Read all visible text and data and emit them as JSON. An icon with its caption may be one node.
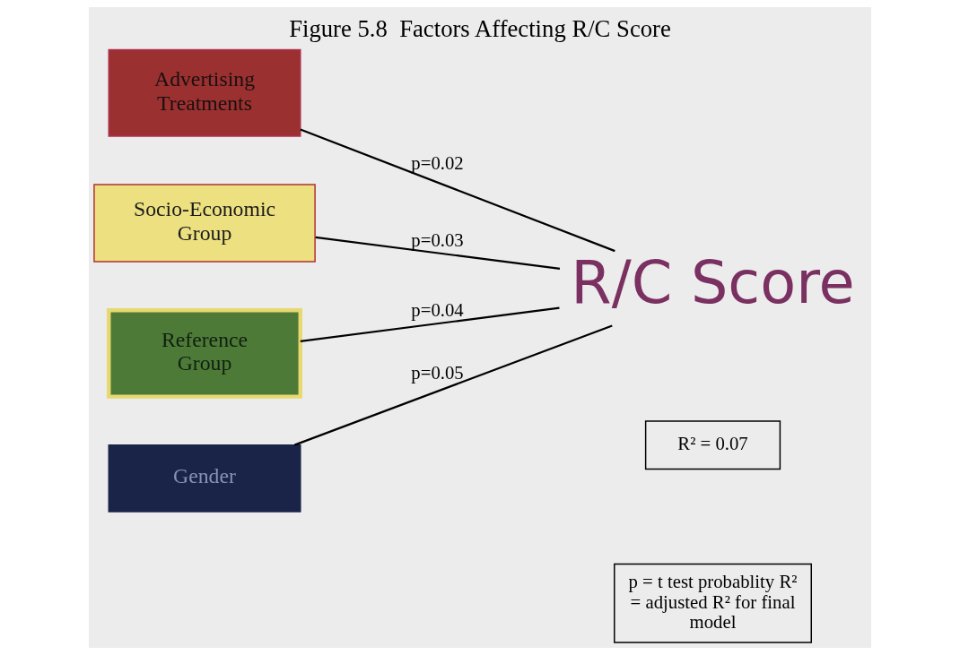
{
  "diagram": {
    "title": "Figure 5.8  Factors Affecting R/C Score",
    "nodes": [
      {
        "text": [
          "Advertising Treatments"
        ]
      },
      {
        "text": [
          "Socio-Economic Group"
        ]
      },
      {
        "text": [
          "Reference Group"
        ]
      },
      {
        "text": [
          "Gender"
        ]
      },
      {
        "text": [
          "R/C Score"
        ]
      },
      {
        "text": [
          "R² = 0.07"
        ]
      },
      {
        "text": [
          "p = t test probablity R² = adjusted R² for final model"
        ]
      }
    ],
    "edges": [
      {
        "from": 0,
        "to": 4,
        "arrow": "none",
        "label": "p=0.02"
      },
      {
        "from": 1,
        "to": 4,
        "arrow": "none",
        "label": "p=0.03"
      },
      {
        "from": 2,
        "to": 4,
        "arrow": "none",
        "label": "p=0.04"
      },
      {
        "from": 3,
        "to": 4,
        "arrow": "none",
        "label": "p=0.05"
      }
    ]
  }
}
